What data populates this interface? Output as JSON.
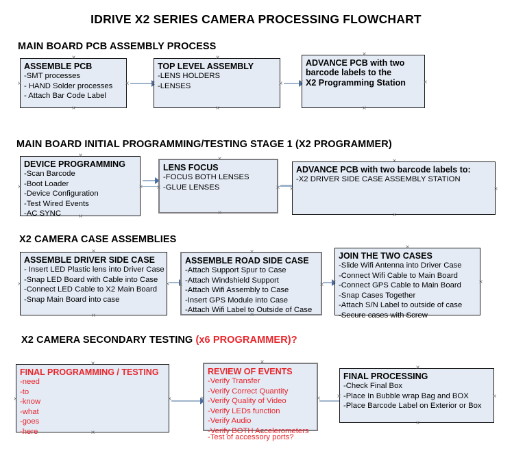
{
  "document": {
    "title": "IDRIVE X2  SERIES CAMERA PROCESSING FLOWCHART"
  },
  "colors": {
    "node_fill": "#e4ebf5",
    "node_border": "#1a1a1a",
    "node_border_gray": "#7e7e82",
    "connector": "#9db4cc",
    "arrowhead": "#4a6fa5",
    "accent_red": "#e8242a",
    "text": "#000000",
    "background": "#ffffff"
  },
  "sections": [
    {
      "id": "main-board-pcb-assembly",
      "header": "MAIN BOARD PCB ASSEMBLY PROCESS",
      "header_accent": "",
      "nodes": [
        {
          "id": "assemble-pcb",
          "title": "ASSEMBLE PCB",
          "lines": [
            "-SMT processes",
            "- HAND Solder processes",
            "- Attach Bar Code Label"
          ]
        },
        {
          "id": "top-level-assembly",
          "title": "TOP LEVEL ASSEMBLY",
          "lines": [
            "-LENS HOLDERS",
            "-LENSES"
          ]
        },
        {
          "id": "advance-pcb-to-programming-station",
          "title": "ADVANCE PCB with two barcode labels to the  X2 Programming Station",
          "title_lines": [
            "ADVANCE PCB with two",
            "barcode labels to the",
            " X2 Programming Station"
          ],
          "lines": []
        }
      ]
    },
    {
      "id": "main-board-initial-programming",
      "header": "MAIN BOARD INITIAL PROGRAMMING/TESTING STAGE 1 (X2 PROGRAMMER)",
      "header_accent": "",
      "nodes": [
        {
          "id": "device-programming",
          "title": "DEVICE PROGRAMMING",
          "lines": [
            "-Scan Barcode",
            "-Boot Loader",
            "-Device Configuration",
            "-Test Wired Events",
            "-AC SYNC"
          ]
        },
        {
          "id": "lens-focus",
          "title": "LENS FOCUS",
          "lines": [
            "-FOCUS BOTH LENSES",
            "-GLUE LENSES"
          ]
        },
        {
          "id": "advance-pcb-to-driver-side-case",
          "title": "ADVANCE PCB with two barcode labels to:",
          "lines": [
            "-X2 DRIVER  SIDE  CASE  ASSEMBLY STATION"
          ]
        }
      ]
    },
    {
      "id": "x2-camera-case-assemblies",
      "header": "X2 CAMERA CASE ASSEMBLIES",
      "header_accent": "",
      "nodes": [
        {
          "id": "assemble-driver-side-case",
          "title": "ASSEMBLE DRIVER SIDE CASE",
          "lines": [
            "- Insert LED Plastic lens into Driver Case",
            "-Snap LED Board with Cable into Case",
            "-Connect LED Cable to X2 Main Board",
            "-Snap Main Board into case"
          ]
        },
        {
          "id": "assemble-road-side-case",
          "title": "ASSEMBLE ROAD SIDE CASE",
          "lines": [
            "-Attach Support Spur to Case",
            "-Attach Windshield Support",
            "-Attach Wifi Assembly to Case",
            "-Insert GPS Module into Case",
            "-Attach Wifi Label to Outside of Case"
          ]
        },
        {
          "id": "join-the-two-cases",
          "title": "JOIN THE TWO CASES",
          "lines": [
            "-Slide Wifi Antenna into Driver Case",
            "-Connect Wifi Cable to Main Board",
            "-Connect GPS Cable to Main Board",
            "-Snap Cases Together",
            "-Attach S/N Label to outside of case",
            "-Secure cases with Screw"
          ]
        }
      ]
    },
    {
      "id": "x2-camera-secondary-testing",
      "header": "X2 CAMERA SECONDARY TESTING ",
      "header_accent": "(x6 PROGRAMMER)?",
      "nodes": [
        {
          "id": "final-programming-testing",
          "title": "FINAL PROGRAMMING / TESTING",
          "lines": [
            "-need",
            "-to",
            "-know",
            "-what",
            "-goes",
            "-here"
          ]
        },
        {
          "id": "review-of-events",
          "title": "REVIEW OF EVENTS",
          "lines": [
            "-Verify Transfer",
            "-Verify Correct Quantity",
            "-Verify Quality of Video",
            "-Verify LEDs function",
            "-Verify Audio",
            "-Verify BOTH Accelerometers"
          ],
          "overflow_line": "-Test of accessory ports?"
        },
        {
          "id": "final-processing",
          "title": "FINAL PROCESSING",
          "lines": [
            " -Check Final Box",
            "-Place In Bubble wrap Bag and BOX",
            "-Place Barcode Label on Exterior or Box"
          ]
        }
      ]
    }
  ]
}
